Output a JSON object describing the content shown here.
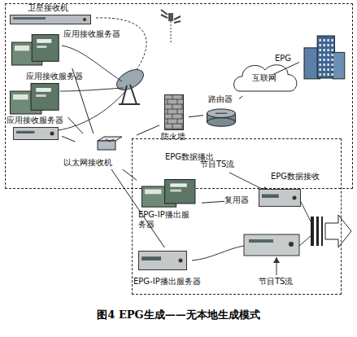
{
  "diagram": {
    "caption": "图4 EPG生成——无本地生成模式",
    "nodes": [
      {
        "text": [
          "EPG数据接收"
        ]
      },
      {
        "text": [
          "卫星接收机"
        ],
        "in": 0
      },
      {
        "text": [
          "应用接收服务器"
        ],
        "in": 0
      },
      {
        "text": [
          "应用接收服务器"
        ],
        "in": 0
      },
      {
        "text": [
          "应用接收服务器"
        ],
        "in": 0
      },
      {
        "text": [
          "防火墙"
        ],
        "in": 0
      },
      {
        "text": [
          "路由器"
        ],
        "in": 0
      },
      {
        "text": [
          "互联网"
        ],
        "in": 0
      },
      {
        "text": [
          "EPG"
        ],
        "in": 0
      },
      {
        "text": [
          "以太网接收机"
        ]
      },
      {
        "text": [
          "EPG数据播出"
        ]
      },
      {
        "text": [
          "EPG-IP播出服务器"
        ],
        "in": 10
      },
      {
        "text": [
          "EPG-IP播出服务器"
        ],
        "in": 10
      },
      {
        "text": [
          "复用器"
        ],
        "in": 10
      }
    ],
    "edges": [
      {
        "from": 2,
        "to": 9,
        "arrow": "none"
      },
      {
        "from": 3,
        "to": 9,
        "arrow": "none"
      },
      {
        "from": 4,
        "to": 9,
        "arrow": "none"
      },
      {
        "from": 9,
        "to": 5,
        "arrow": "none"
      },
      {
        "from": 5,
        "to": 6,
        "arrow": "none"
      },
      {
        "from": 6,
        "to": 7,
        "arrow": "none"
      },
      {
        "from": 7,
        "to": 8,
        "arrow": "none"
      },
      {
        "from": 9,
        "to": 11,
        "arrow": "none"
      },
      {
        "from": 9,
        "to": 12,
        "arrow": "none"
      },
      {
        "from": 11,
        "to": 13,
        "arrow": "none"
      }
    ],
    "labels": [
      "节目TS流",
      "节目TS流"
    ]
  }
}
